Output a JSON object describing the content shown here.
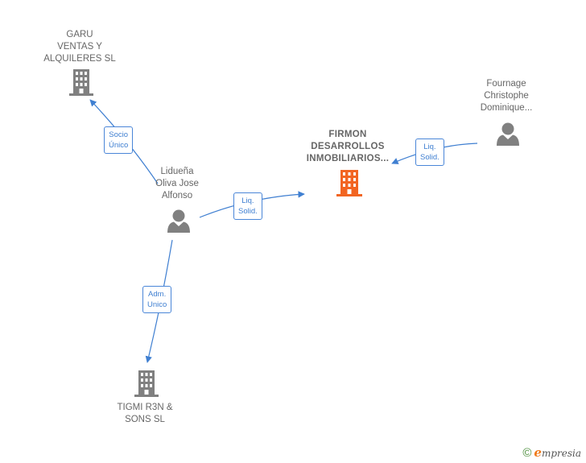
{
  "nodes": {
    "garu": {
      "lines": [
        "GARU",
        "VENTAS Y",
        "ALQUILERES SL"
      ]
    },
    "firmon": {
      "lines": [
        "FIRMON",
        "DESARROLLOS",
        "INMOBILIARIOS..."
      ]
    },
    "fournage": {
      "lines": [
        "Fournage",
        "Christophe",
        "Dominique..."
      ]
    },
    "lidueña": {
      "lines": [
        "Lidueña",
        "Oliva Jose",
        "Alfonso"
      ]
    },
    "tigmi": {
      "lines": [
        "TIGMI R3N &",
        "SONS  SL"
      ]
    }
  },
  "edges": {
    "socio_unico": {
      "lines": [
        "Socio",
        "Único"
      ]
    },
    "liq_solid_main": {
      "lines": [
        "Liq.",
        "Solid."
      ]
    },
    "liq_solid_fournage": {
      "lines": [
        "Liq.",
        "Solid."
      ]
    },
    "adm_unico": {
      "lines": [
        "Adm.",
        "Unico"
      ]
    }
  },
  "colors": {
    "edge": "#3f7fd1",
    "company_main": "#f26522",
    "company": "#808080",
    "person": "#808080"
  },
  "footer": {
    "copyright_symbol": "©",
    "brand_initial": "e",
    "brand_rest": "mpresia"
  }
}
